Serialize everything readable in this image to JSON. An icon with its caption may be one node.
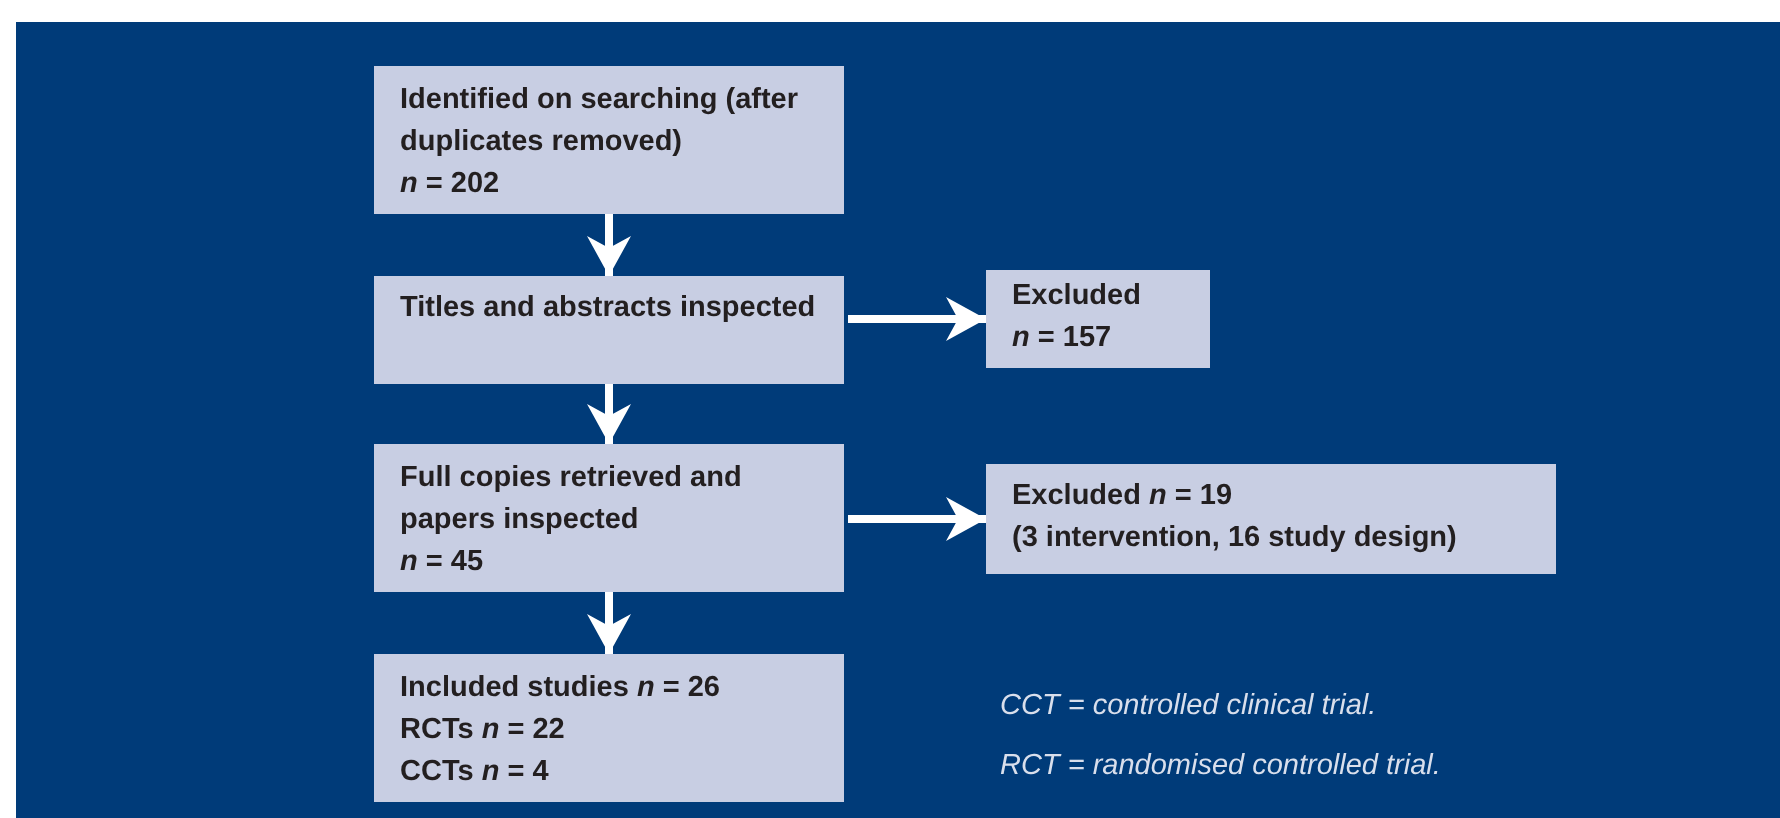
{
  "diagram": {
    "nodes": [
      {
        "text": [
          "Identified on searching (after duplicates removed)",
          "*n* = 202"
        ]
      },
      {
        "text": [
          "Titles and abstracts inspected"
        ]
      },
      {
        "text": [
          "Full copies retrieved and papers inspected",
          "*n* = 45"
        ]
      },
      {
        "text": [
          "Included studies *n* = 26",
          "RCTs *n* = 22",
          "CCTs *n* = 4"
        ]
      },
      {
        "text": [
          "Excluded",
          "*n* = 157"
        ]
      },
      {
        "text": [
          "Excluded *n* = 19",
          "(3 intervention, 16 study design)"
        ]
      }
    ],
    "edges": [
      {
        "from": 0,
        "to": 1,
        "arrow": "to"
      },
      {
        "from": 1,
        "to": 2,
        "arrow": "to"
      },
      {
        "from": 2,
        "to": 3,
        "arrow": "to"
      },
      {
        "from": 1,
        "to": 4,
        "arrow": "to"
      },
      {
        "from": 2,
        "to": 5,
        "arrow": "to"
      }
    ],
    "labels": [
      "CCT = controlled clinical trial.",
      "RCT = randomised controlled trial."
    ]
  }
}
